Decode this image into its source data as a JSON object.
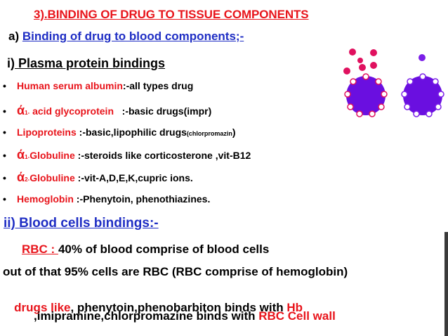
{
  "title": "3).BINDING OF DRUG TO TISSUE COMPONENTS",
  "section_a": {
    "prefix": "a) ",
    "text": "Binding of drug to blood components;-"
  },
  "section_i": {
    "prefix": "i)",
    "text": " Plasma protein bindings"
  },
  "bullets": [
    {
      "marker": "•",
      "greek": "",
      "sub": "",
      "name": "Human serum albumin",
      "rest": ":-all types drug",
      "small": ""
    },
    {
      "marker": "•",
      "greek": "ά",
      "sub": "1-",
      "name": " acid glycoprotein",
      "rest": "   :-basic drugs(impr)",
      "small": ""
    },
    {
      "marker": "•",
      "greek": "",
      "sub": "",
      "name": "Lipoproteins",
      "rest": " :-basic,lipophilic drugs",
      "small": "(chlorpromazin",
      "tail": ")"
    },
    {
      "marker": "•",
      "greek": "ά",
      "sub": "1-",
      "name": "Globuline",
      "rest": " :-steroids like corticosterone ,vit-B12",
      "small": ""
    },
    {
      "marker": "•",
      "greek": "ά",
      "sub": "2-",
      "name": "Globuline",
      "rest": " :-vit-A,D,E,K,cupric ions.",
      "small": ""
    },
    {
      "marker": "•",
      "greek": "",
      "sub": "",
      "name": "Hemoglobin",
      "rest": " :-Phenytoin, phenothiazines.",
      "small": ""
    }
  ],
  "section_ii": "ii) Blood cells bindings:-",
  "rbc_line": {
    "label": "RBC : ",
    "rest": "40% of blood comprise of blood cells"
  },
  "line2": "out of  that 95% cells are RBC (RBC comprise of hemoglobin)",
  "line3": {
    "red1": " drugs like",
    "mid": ", phenytoin,phenobarbiton binds with ",
    "red2": "Hb"
  },
  "line4": {
    "mid": ",imipramine,chlorpromazine binds with ",
    "red": "RBC Cell wall"
  },
  "colors": {
    "red": "#e8141b",
    "blue": "#1f2ec4",
    "magenta": "#e0115f",
    "purple": "#7b1fe8"
  }
}
